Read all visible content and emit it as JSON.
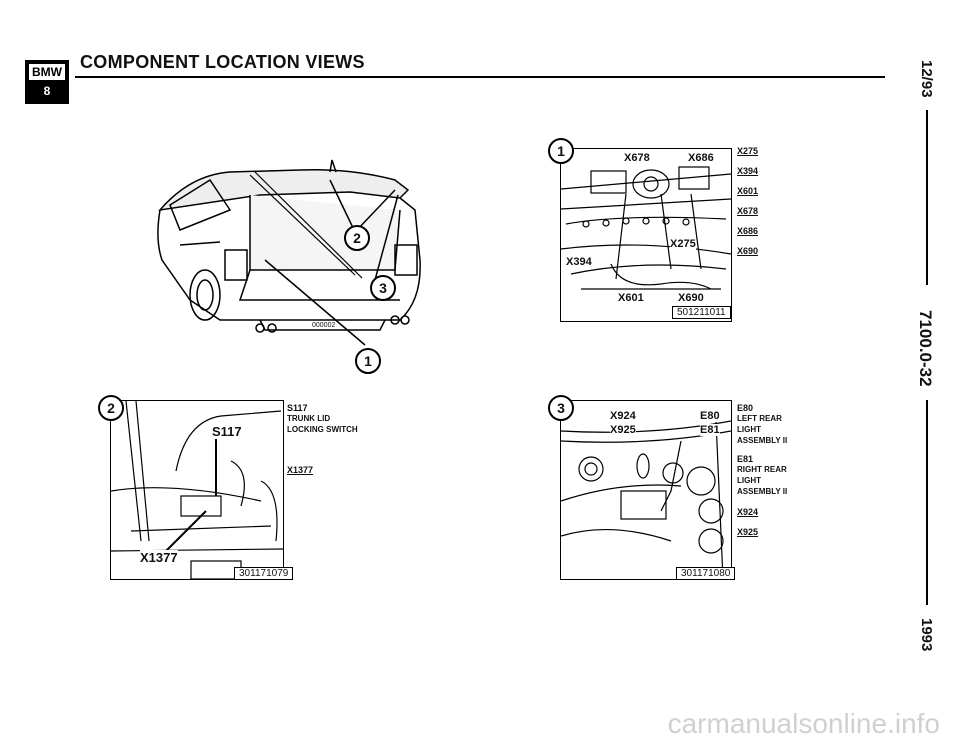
{
  "header": {
    "logo_top": "BMW",
    "logo_bottom": "8",
    "title": "COMPONENT LOCATION VIEWS"
  },
  "side": {
    "date": "12/93",
    "page": "7100.0-32",
    "year": "1993"
  },
  "overview": {
    "callouts": [
      "2",
      "3",
      "1"
    ],
    "fig_id": "000002"
  },
  "panel1": {
    "callout": "1",
    "labels": [
      "X678",
      "X686",
      "X275",
      "X394",
      "X601",
      "X690"
    ],
    "fig_id": "501211011",
    "legend": [
      "X275",
      "X394",
      "X601",
      "X678",
      "X686",
      "X690"
    ]
  },
  "panel2": {
    "callout": "2",
    "labels": [
      "S117",
      "X1377"
    ],
    "fig_id": "301171079",
    "legend": [
      {
        "code": "S117",
        "lines": [
          "TRUNK LID",
          "LOCKING SWITCH"
        ]
      },
      {
        "code": "X1377",
        "lines": []
      }
    ]
  },
  "panel3": {
    "callout": "3",
    "labels": [
      "X924",
      "X925",
      "E80",
      "E81"
    ],
    "fig_id": "301171080",
    "legend": [
      {
        "code": "E80",
        "lines": [
          "LEFT REAR",
          "LIGHT",
          "ASSEMBLY II"
        ]
      },
      {
        "code": "E81",
        "lines": [
          "RIGHT REAR",
          "LIGHT",
          "ASSEMBLY II"
        ]
      },
      {
        "code": "X924",
        "lines": []
      },
      {
        "code": "X925",
        "lines": []
      }
    ]
  },
  "watermark": "carmanualsonline.info"
}
